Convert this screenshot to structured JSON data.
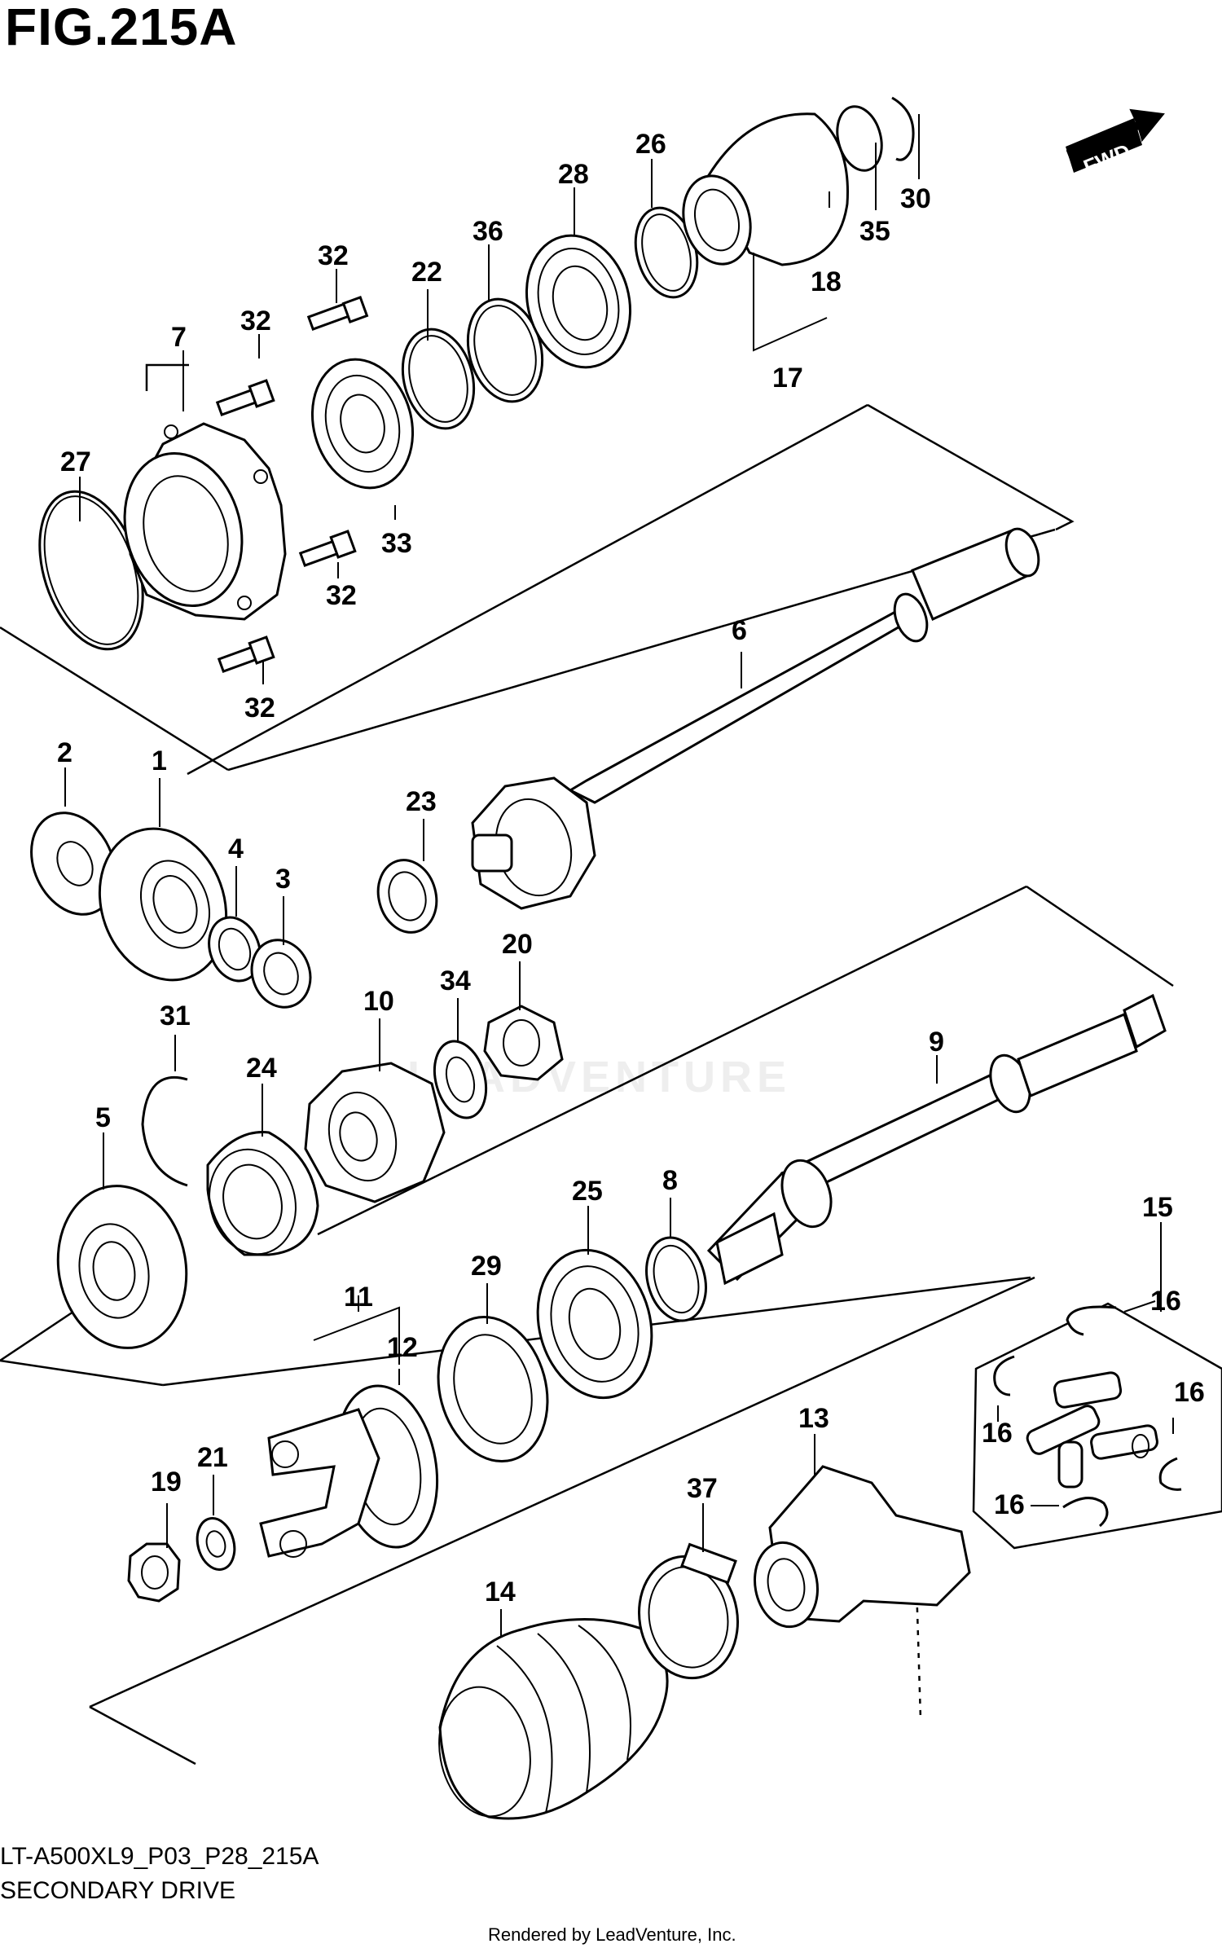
{
  "figure": {
    "title": "FIG.215A",
    "model_code": "LT-A500XL9_P03_P28_215A",
    "section_name": "SECONDARY DRIVE",
    "render_credit": "Rendered by LeadVenture, Inc.",
    "watermark": "LEADVENTURE",
    "direction_label": "FWD"
  },
  "callouts": {
    "c1": "1",
    "c2": "2",
    "c3": "3",
    "c4": "4",
    "c5": "5",
    "c6": "6",
    "c7": "7",
    "c8": "8",
    "c9": "9",
    "c10": "10",
    "c11": "11",
    "c12": "12",
    "c13": "13",
    "c14": "14",
    "c15": "15",
    "c16a": "16",
    "c16b": "16",
    "c16c": "16",
    "c16d": "16",
    "c17": "17",
    "c18": "18",
    "c19": "19",
    "c20": "20",
    "c21": "21",
    "c22": "22",
    "c23": "23",
    "c24": "24",
    "c25": "25",
    "c26": "26",
    "c27": "27",
    "c28": "28",
    "c29": "29",
    "c30": "30",
    "c31": "31",
    "c32a": "32",
    "c32b": "32",
    "c32c": "32",
    "c32d": "32",
    "c33": "33",
    "c34": "34",
    "c35": "35",
    "c36": "36",
    "c37": "37"
  }
}
